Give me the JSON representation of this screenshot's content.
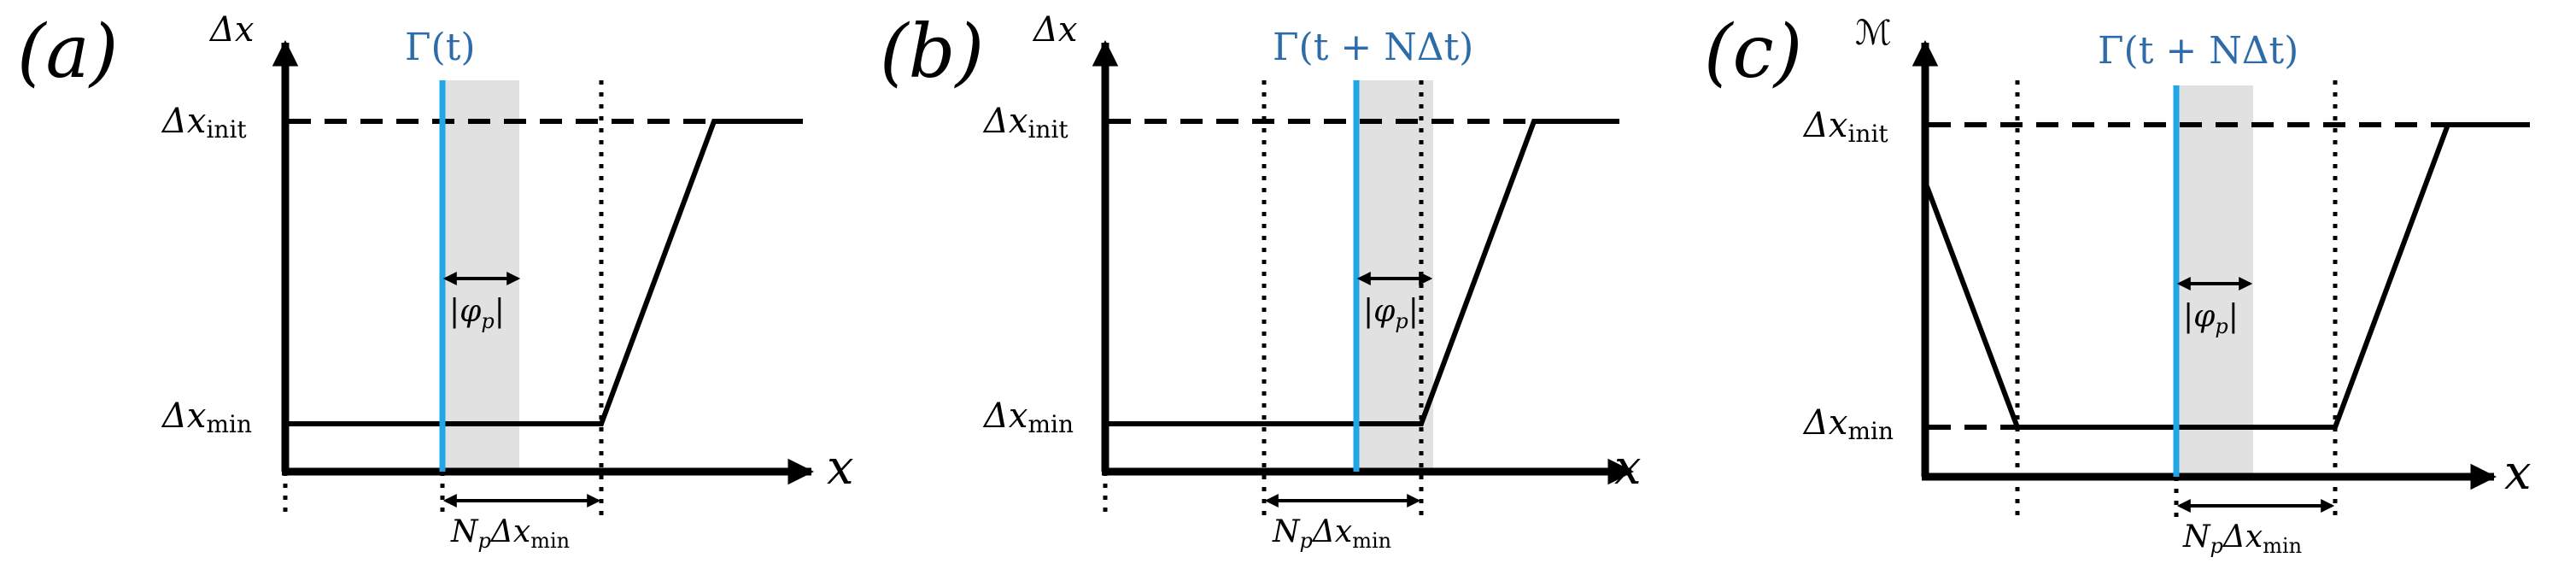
{
  "colors": {
    "interface": "#22a6e6",
    "gamma_text": "#2d6ca8",
    "shade": "#e1e1e1",
    "ink": "#000000"
  },
  "panels": [
    {
      "letter": "(a)",
      "ylabel": "Δx",
      "gamma": "Γ(t)",
      "xlabel": "x",
      "tick_init": "Δx",
      "tick_init_sub": "init",
      "tick_min": "Δx",
      "tick_min_sub": "min",
      "phi": "|φ",
      "phi_sub": "p",
      "phi_close": "|",
      "np": "N",
      "np_sub": "p",
      "np_mid": "Δx",
      "np_sub2": "min"
    },
    {
      "letter": "(b)",
      "ylabel": "Δx",
      "gamma": "Γ(t + NΔt)",
      "xlabel": "x",
      "tick_init": "Δx",
      "tick_init_sub": "init",
      "tick_min": "Δx",
      "tick_min_sub": "min",
      "phi": "|φ",
      "phi_sub": "p",
      "phi_close": "|",
      "np": "N",
      "np_sub": "p",
      "np_mid": "Δx",
      "np_sub2": "min"
    },
    {
      "letter": "(c)",
      "ylabel": "ℳ",
      "gamma": "Γ(t + NΔt)",
      "xlabel": "x",
      "tick_init": "Δx",
      "tick_init_sub": "init",
      "tick_min": "Δx",
      "tick_min_sub": "min",
      "phi": "|φ",
      "phi_sub": "p",
      "phi_close": "|",
      "np": "N",
      "np_sub": "p",
      "np_mid": "Δx",
      "np_sub2": "min"
    }
  ]
}
